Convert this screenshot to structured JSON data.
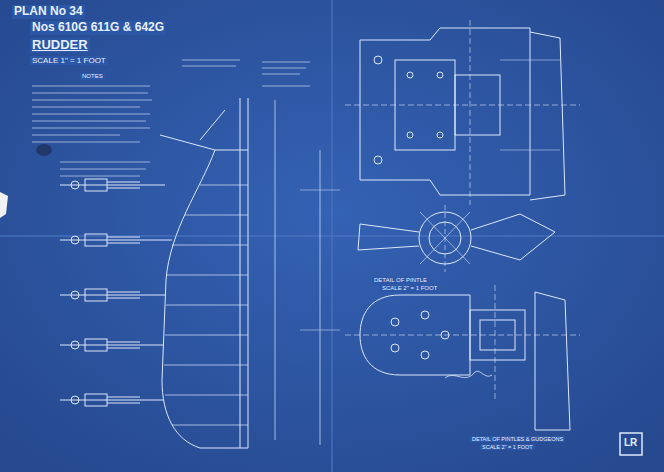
{
  "diagram": {
    "title": "RUDDER",
    "labels": [
      "PLAN No 34",
      "Nos 610G 611G & 642G",
      "SCALE 1\" = 1 FOOT",
      "NOTES",
      "DETAIL OF PINTLE",
      "SCALE 2\" = 1 FOOT",
      "DETAIL OF PINTLES & GUDGEONS",
      "SCALE 2\" = 1 FOOT",
      "LR"
    ]
  }
}
